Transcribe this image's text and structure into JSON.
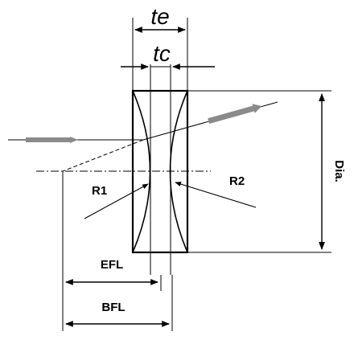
{
  "labels": {
    "te": "te",
    "tc": "tc",
    "dia": "Dia.",
    "r1": "R1",
    "r2": "R2",
    "efl": "EFL",
    "bfl": "BFL"
  },
  "colors": {
    "line": "#000000",
    "ray_marker": "#8a8a8a",
    "background": "#ffffff"
  }
}
